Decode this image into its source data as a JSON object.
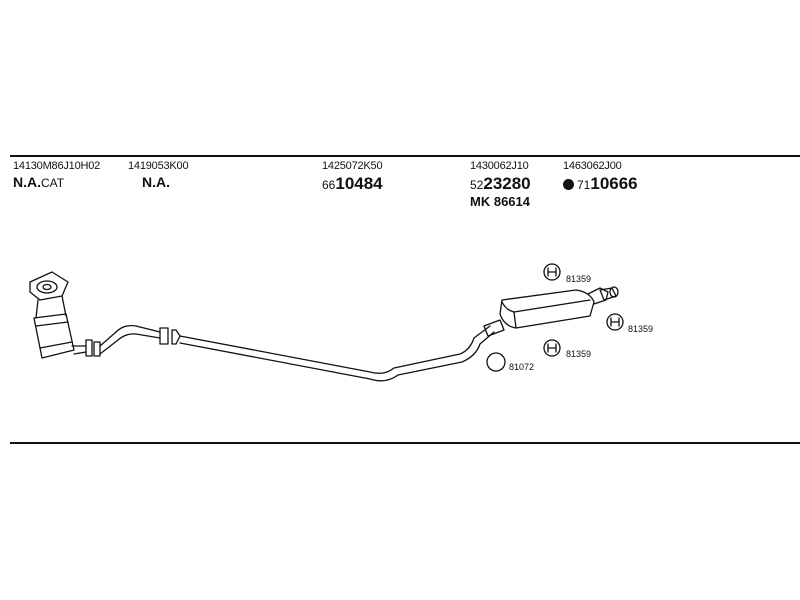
{
  "columns": [
    {
      "part_no": "14130M86J10H02",
      "main": "N.A.",
      "suffix": "CAT"
    },
    {
      "part_no": "1419053K00",
      "main": "N.A."
    },
    {
      "part_no": "1425072K50",
      "prefix": "66",
      "number": "10484"
    },
    {
      "part_no": "1430062J10",
      "prefix": "52",
      "number": "23280",
      "mk_label": "MK",
      "mk_number": "86614"
    },
    {
      "part_no": "1463062J00",
      "prefix": "71",
      "number": "10666"
    }
  ],
  "callouts": {
    "hanger_top": "81359",
    "hanger_right": "81359",
    "hanger_bottom": "81359",
    "ring": "81072"
  },
  "colors": {
    "ink": "#111111",
    "background": "#ffffff"
  }
}
